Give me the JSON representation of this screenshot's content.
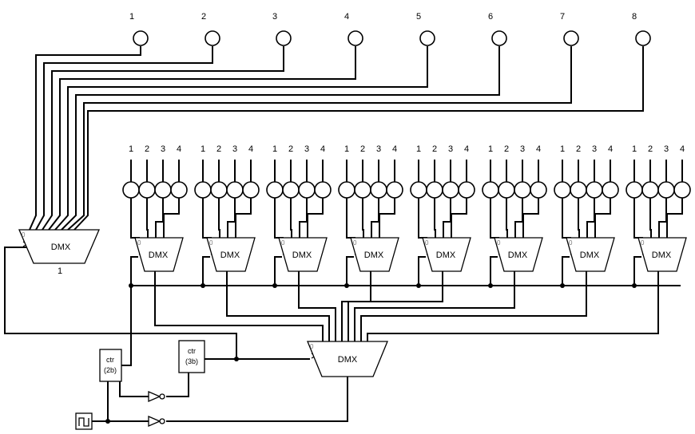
{
  "top_outputs": [
    "1",
    "2",
    "3",
    "4",
    "5",
    "6",
    "7",
    "8"
  ],
  "group_outputs": [
    "1",
    "2",
    "3",
    "4"
  ],
  "group_count": 8,
  "demux": {
    "label": "DMX",
    "select_zero": "0",
    "output_one": "1"
  },
  "counter_2bit": {
    "line1": "ctr",
    "line2": "(2b)"
  },
  "counter_3bit": {
    "line1": "ctr",
    "line2": "(3b)"
  },
  "clock": {
    "icon": "square-wave-icon"
  },
  "inverter": {
    "icon": "not-gate-icon"
  }
}
